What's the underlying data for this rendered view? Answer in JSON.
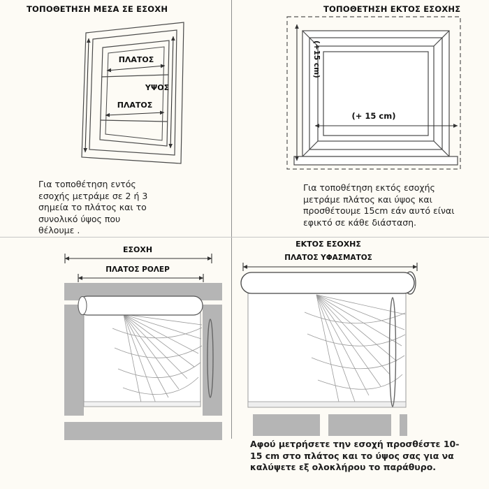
{
  "colors": {
    "background": "#fdfbf5",
    "line": "#4a4a4a",
    "gray_block": "#b5b5b5",
    "text": "#101010"
  },
  "top_left": {
    "title": "ΤΟΠΟΘΕΤΗΣΗ ΜΕΣΑ ΣΕ ΕΣΟΧΗ",
    "width_label_top": "ΠΛΑΤΟΣ",
    "height_label": "ΥΨΟΣ",
    "width_label_bottom": "ΠΛΑΤΟΣ",
    "caption": "Για τοποθέτηση εντός εσοχής μετράμε σε 2 ή 3 σημεία το πλάτος και το συνολικό ύψος που θέλουμε ."
  },
  "top_right": {
    "title": "ΤΟΠΟΘΕΤΗΣΗ ΕΚΤΟΣ ΕΣΟΧΗΣ",
    "height_add_label": "(+15 cm)",
    "width_add_label": "(+ 15 cm)",
    "caption": "Για τοποθέτηση εκτός εσοχής μετράμε πλάτος και ύψος και προσθέτουμε 15cm εάν αυτό είναι εφικτό σε κάθε διάσταση."
  },
  "bottom_left": {
    "recess_label": "ΕΣΟΧΗ",
    "roller_width_label": "ΠΛΑΤΟΣ ΡΟΛΕΡ"
  },
  "bottom_right": {
    "title": "ΕΚΤΟΣ ΕΣΟΧΗΣ",
    "fabric_width_label": "ΠΛΑΤΟΣ ΥΦΑΣΜΑΤΟΣ",
    "caption": "Αφού μετρήσετε την εσοχή προσθέστε 10-15 cm στο πλάτος και το ύψος σας για να καλύψετε εξ ολοκλήρου το παράθυρο."
  }
}
